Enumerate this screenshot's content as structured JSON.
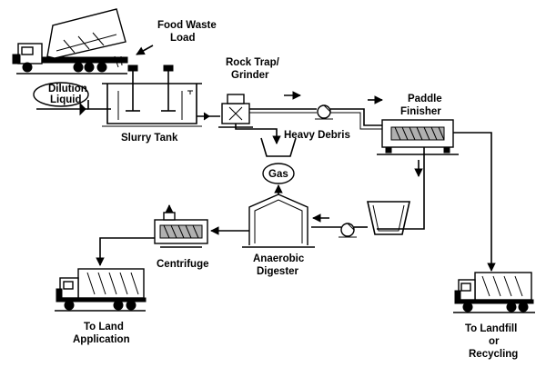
{
  "labels": {
    "food_waste_load": [
      "Food Waste",
      "Load"
    ],
    "dilution_liquid": [
      "Dilution",
      "Liquid"
    ],
    "slurry_tank": "Slurry Tank",
    "rock_trap_grinder": [
      "Rock Trap/",
      "Grinder"
    ],
    "heavy_debris": "Heavy Debris",
    "paddle_finisher": [
      "Paddle",
      "Finisher"
    ],
    "gas": "Gas",
    "anaerobic_digester": [
      "Anaerobic",
      "Digester"
    ],
    "centrifuge": "Centrifuge",
    "to_land_application": [
      "To Land",
      "Application"
    ],
    "to_landfill_or_recycling": [
      "To Landfill",
      "or",
      "Recycling"
    ]
  }
}
